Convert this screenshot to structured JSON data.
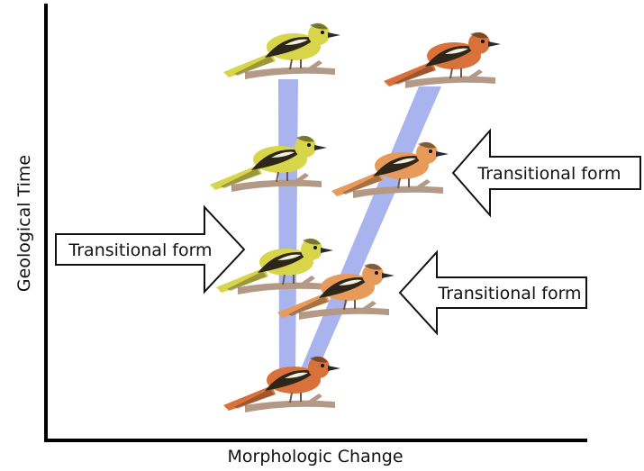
{
  "axes": {
    "x_label": "Morphologic Change",
    "y_label": "Geological Time"
  },
  "arrows": [
    {
      "label": "Transitional form",
      "direction": "right"
    },
    {
      "label": "Transitional form",
      "direction": "left"
    },
    {
      "label": "Transitional form",
      "direction": "left"
    }
  ],
  "birds": [
    {
      "name": "ancestor",
      "palette": "orange"
    },
    {
      "name": "lineage-a-stage-1",
      "palette": "yellow"
    },
    {
      "name": "lineage-a-stage-2",
      "palette": "yellow"
    },
    {
      "name": "lineage-a-stage-3",
      "palette": "yellow"
    },
    {
      "name": "lineage-b-stage-1",
      "palette": "peach"
    },
    {
      "name": "lineage-b-stage-2",
      "palette": "peach"
    },
    {
      "name": "lineage-b-stage-3",
      "palette": "orange"
    }
  ],
  "colors": {
    "lineage_band": "#a9b4ee",
    "yellow_body": "#d7d54a",
    "orange_body": "#d9713a",
    "peach_body": "#e89a5a",
    "wing": "#2e2618",
    "branch": "#b49a86"
  }
}
